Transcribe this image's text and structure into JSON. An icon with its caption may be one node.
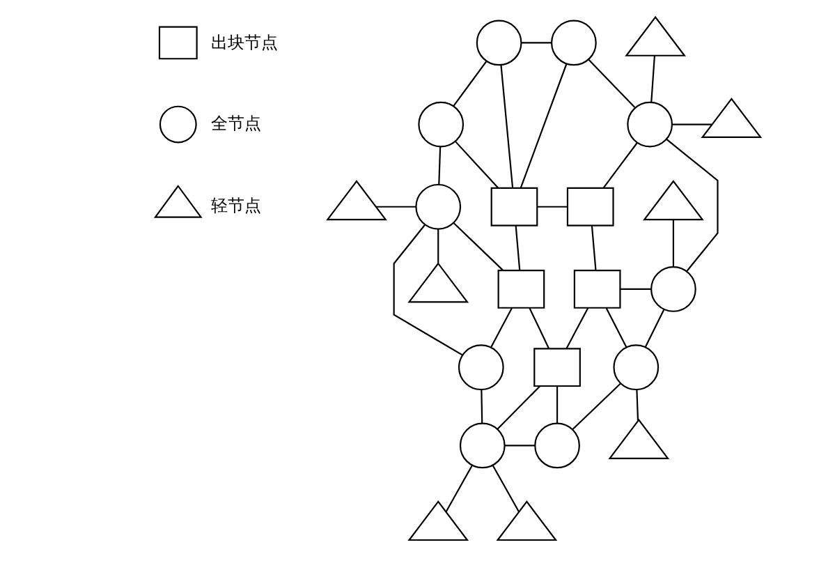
{
  "diagram": {
    "nodes": [
      {
        "text": [],
        "shape": "triangle"
      },
      {
        "text": [],
        "shape": "circle"
      },
      {
        "text": [],
        "shape": "circle"
      },
      {
        "text": [],
        "shape": "triangle"
      },
      {
        "text": [],
        "shape": "circle"
      },
      {
        "text": [],
        "shape": "circle"
      },
      {
        "text": [],
        "shape": "box"
      },
      {
        "text": [],
        "shape": "triangle"
      },
      {
        "text": [],
        "shape": "box"
      },
      {
        "text": [],
        "shape": "triangle"
      },
      {
        "text": [],
        "shape": "circle"
      },
      {
        "text": [],
        "shape": "box"
      },
      {
        "text": [],
        "shape": "circle"
      },
      {
        "text": [],
        "shape": "box"
      },
      {
        "text": [],
        "shape": "triangle"
      },
      {
        "text": [],
        "shape": "box"
      },
      {
        "text": [],
        "shape": "circle"
      },
      {
        "text": [],
        "shape": "circle"
      },
      {
        "text": [],
        "shape": "circle"
      },
      {
        "text": [],
        "shape": "triangle"
      },
      {
        "text": [],
        "shape": "circle"
      },
      {
        "text": [],
        "shape": "triangle"
      },
      {
        "text": [],
        "shape": "triangle"
      }
    ],
    "edges": [
      {
        "from": 1,
        "to": 4,
        "arrow": "none"
      },
      {
        "from": 1,
        "to": 2,
        "arrow": "none"
      },
      {
        "from": 1,
        "to": 6,
        "arrow": "none"
      },
      {
        "from": 4,
        "to": 6,
        "arrow": "none"
      },
      {
        "from": 2,
        "to": 6,
        "arrow": "none"
      },
      {
        "from": 2,
        "to": 5,
        "arrow": "none"
      },
      {
        "from": 0,
        "to": 5,
        "arrow": "none"
      },
      {
        "from": 5,
        "to": 3,
        "arrow": "none"
      },
      {
        "from": 5,
        "to": 8,
        "arrow": "none"
      },
      {
        "from": 5,
        "to": 12,
        "arrow": "none"
      },
      {
        "from": 6,
        "to": 8,
        "arrow": "none"
      },
      {
        "from": 6,
        "to": 11,
        "arrow": "none"
      },
      {
        "from": 4,
        "to": 10,
        "arrow": "none"
      },
      {
        "from": 7,
        "to": 10,
        "arrow": "none"
      },
      {
        "from": 10,
        "to": 14,
        "arrow": "none"
      },
      {
        "from": 10,
        "to": 11,
        "arrow": "none"
      },
      {
        "from": 10,
        "to": 16,
        "arrow": "none"
      },
      {
        "from": 8,
        "to": 13,
        "arrow": "none"
      },
      {
        "from": 13,
        "to": 12,
        "arrow": "none"
      },
      {
        "from": 9,
        "to": 12,
        "arrow": "none"
      },
      {
        "from": 12,
        "to": 17,
        "arrow": "none"
      },
      {
        "from": 11,
        "to": 16,
        "arrow": "none"
      },
      {
        "from": 11,
        "to": 15,
        "arrow": "none"
      },
      {
        "from": 13,
        "to": 15,
        "arrow": "none"
      },
      {
        "from": 13,
        "to": 17,
        "arrow": "none"
      },
      {
        "from": 17,
        "to": 19,
        "arrow": "none"
      },
      {
        "from": 17,
        "to": 18,
        "arrow": "none"
      },
      {
        "from": 15,
        "to": 18,
        "arrow": "none"
      },
      {
        "from": 15,
        "to": 20,
        "arrow": "none"
      },
      {
        "from": 16,
        "to": 20,
        "arrow": "none"
      },
      {
        "from": 20,
        "to": 18,
        "arrow": "none"
      },
      {
        "from": 20,
        "to": 21,
        "arrow": "none"
      },
      {
        "from": 20,
        "to": 22,
        "arrow": "none"
      }
    ],
    "legend": [
      {
        "text": "出块节点"
      },
      {
        "text": "全节点"
      },
      {
        "text": "轻节点"
      }
    ]
  }
}
